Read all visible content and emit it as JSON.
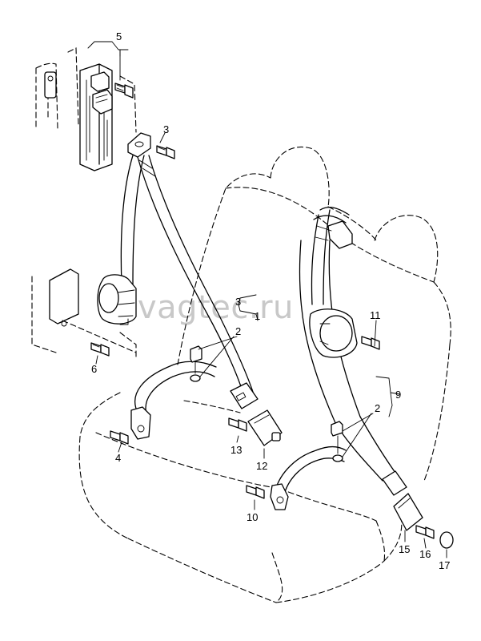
{
  "watermark": "vagtec.ru",
  "callouts": {
    "c1": "1",
    "c2a": "2",
    "c2b": "2",
    "c3a": "3",
    "c3b": "3",
    "c4": "4",
    "c5": "5",
    "c6": "6",
    "c9": "9",
    "c10": "10",
    "c11": "11",
    "c12": "12",
    "c13": "13",
    "c15": "15",
    "c16": "16",
    "c17": "17"
  }
}
